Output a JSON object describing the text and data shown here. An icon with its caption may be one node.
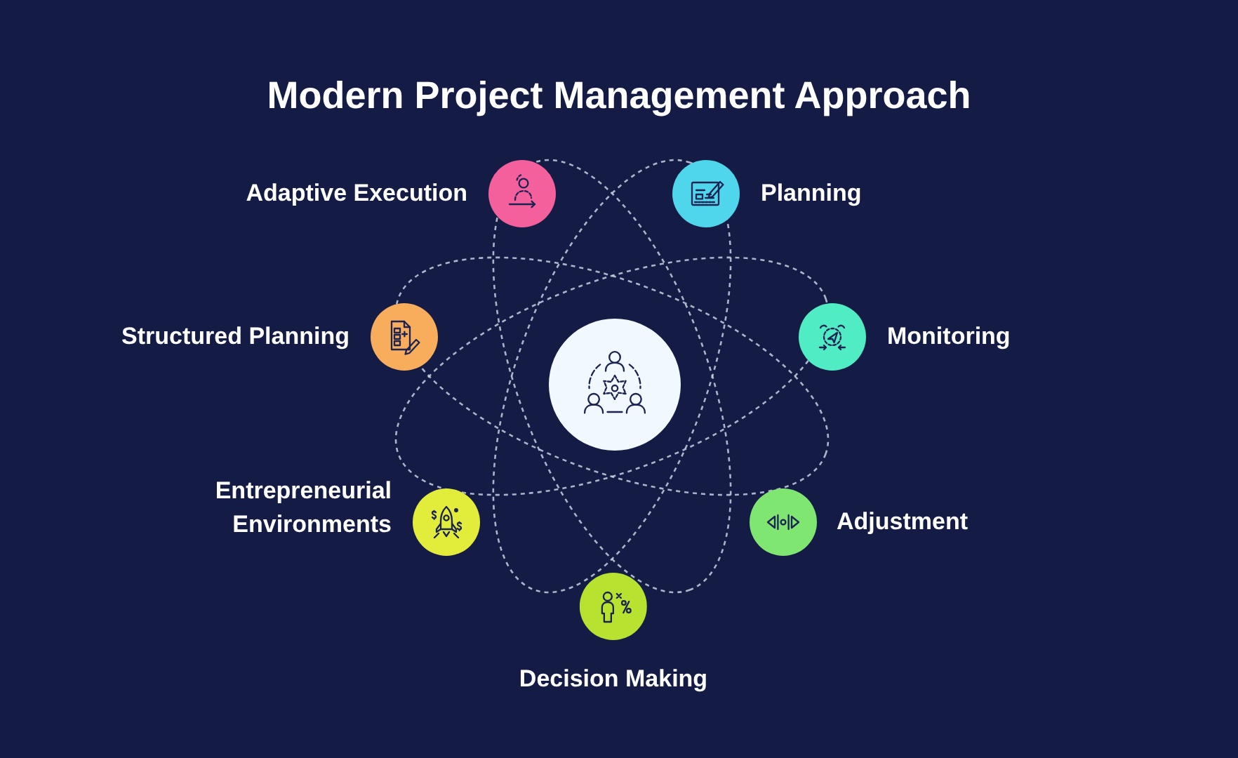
{
  "diagram": {
    "title": "Modern Project Management Approach",
    "nodes": [
      {
        "text": [
          "Adaptive Execution"
        ]
      },
      {
        "text": [
          "Planning"
        ]
      },
      {
        "text": [
          "Structured Planning"
        ]
      },
      {
        "text": [
          "Monitoring"
        ]
      },
      {
        "text": [],
        "shape": "circle"
      },
      {
        "text": [
          "Entrepreneurial Environments"
        ]
      },
      {
        "text": [
          "Adjustment"
        ]
      },
      {
        "text": [
          "Decision Making"
        ]
      }
    ]
  }
}
